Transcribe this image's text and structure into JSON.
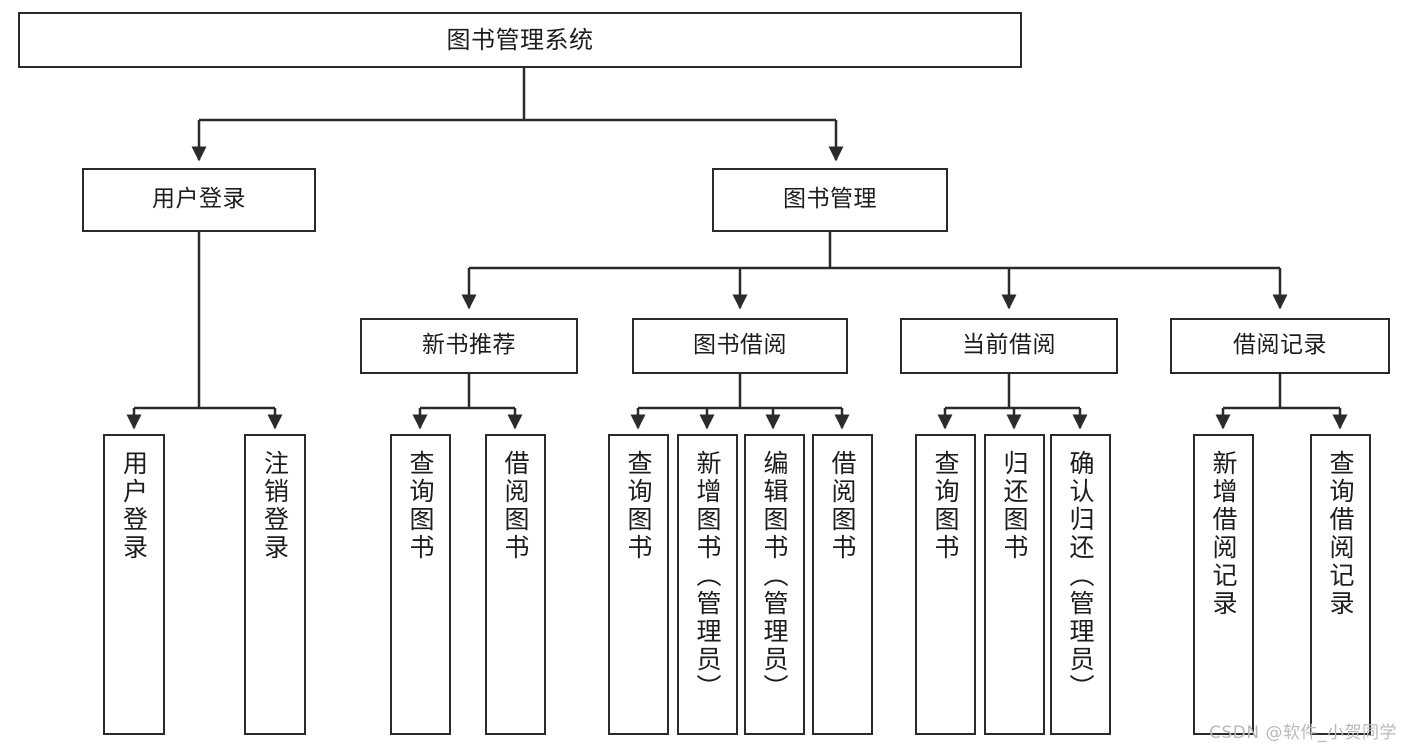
{
  "diagram": {
    "title": "图书管理系统",
    "watermark": "CSDN @软件_小贺同学",
    "stroke_color": "#2b2b2b",
    "background_color": "#ffffff",
    "text_color": "#1d1d1d",
    "watermark_color": "#b9b9b9"
  },
  "nodes": {
    "root": {
      "label": "图书管理系统"
    },
    "level2": [
      {
        "label": "用户登录"
      },
      {
        "label": "图书管理"
      }
    ],
    "level3": [
      {
        "label": "新书推荐"
      },
      {
        "label": "图书借阅"
      },
      {
        "label": "当前借阅"
      },
      {
        "label": "借阅记录"
      }
    ],
    "leaves_user_login": [
      {
        "label": "用户登录"
      },
      {
        "label": "注销登录"
      }
    ],
    "leaves_new_book": [
      {
        "label": "查询图书"
      },
      {
        "label": "借阅图书"
      }
    ],
    "leaves_borrow": [
      {
        "label": "查询图书"
      },
      {
        "label": "新增图书（管理员）"
      },
      {
        "label": "编辑图书（管理员）"
      },
      {
        "label": "借阅图书"
      }
    ],
    "leaves_current": [
      {
        "label": "查询图书"
      },
      {
        "label": "归还图书"
      },
      {
        "label": "确认归还（管理员）"
      }
    ],
    "leaves_record": [
      {
        "label": "新增借阅记录"
      },
      {
        "label": "查询借阅记录"
      }
    ]
  }
}
